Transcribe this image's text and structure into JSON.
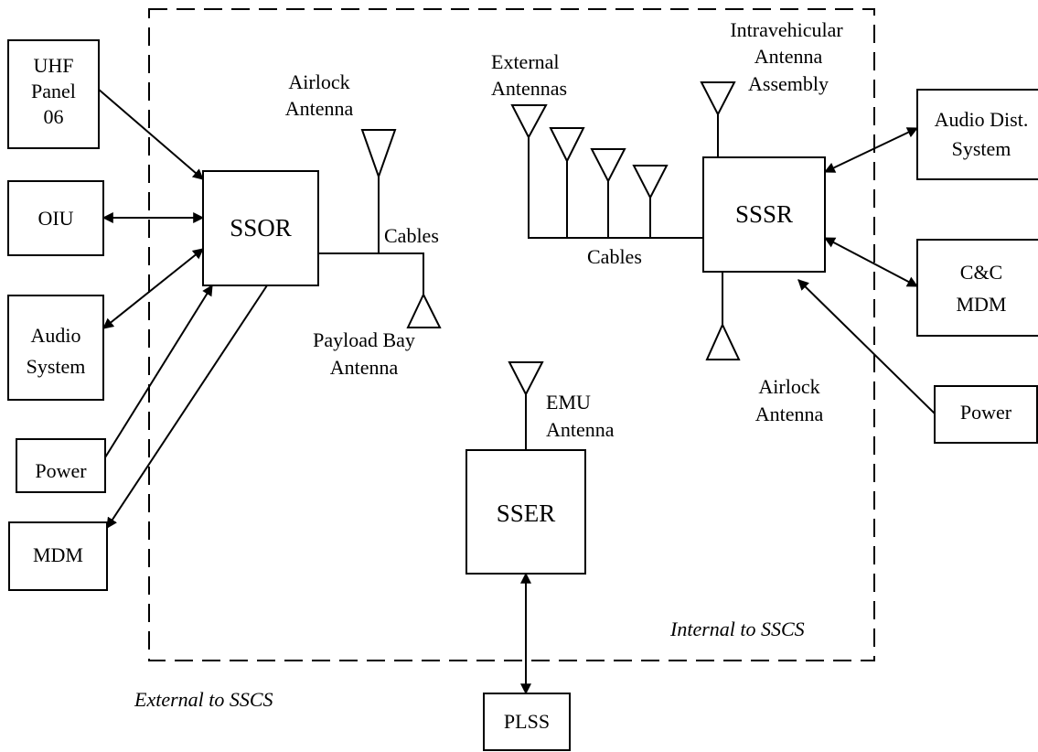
{
  "boundary": {
    "internal_label": "Internal to SSCS",
    "external_label": "External to SSCS"
  },
  "units": {
    "ssor": "SSOR",
    "sssr": "SSSR",
    "sser": "SSER"
  },
  "external_blocks": {
    "uhf_panel": [
      "UHF",
      "Panel",
      "06"
    ],
    "oiu": "OIU",
    "audio_system": [
      "Audio",
      "System"
    ],
    "power_left": "Power",
    "mdm": "MDM",
    "audio_dist": [
      "Audio Dist.",
      "System"
    ],
    "cc_mdm": [
      "C&C",
      "MDM"
    ],
    "power_right": "Power",
    "plss": "PLSS"
  },
  "antenna_labels": {
    "airlock_left": [
      "Airlock",
      "Antenna"
    ],
    "payload_bay": [
      "Payload Bay",
      "Antenna"
    ],
    "external": [
      "External",
      "Antennas"
    ],
    "intravehicular": [
      "Intravehicular",
      "Antenna",
      "Assembly"
    ],
    "airlock_right": [
      "Airlock",
      "Antenna"
    ],
    "emu": [
      "EMU",
      "Antenna"
    ]
  },
  "cable_labels": {
    "left": "Cables",
    "right": "Cables"
  }
}
